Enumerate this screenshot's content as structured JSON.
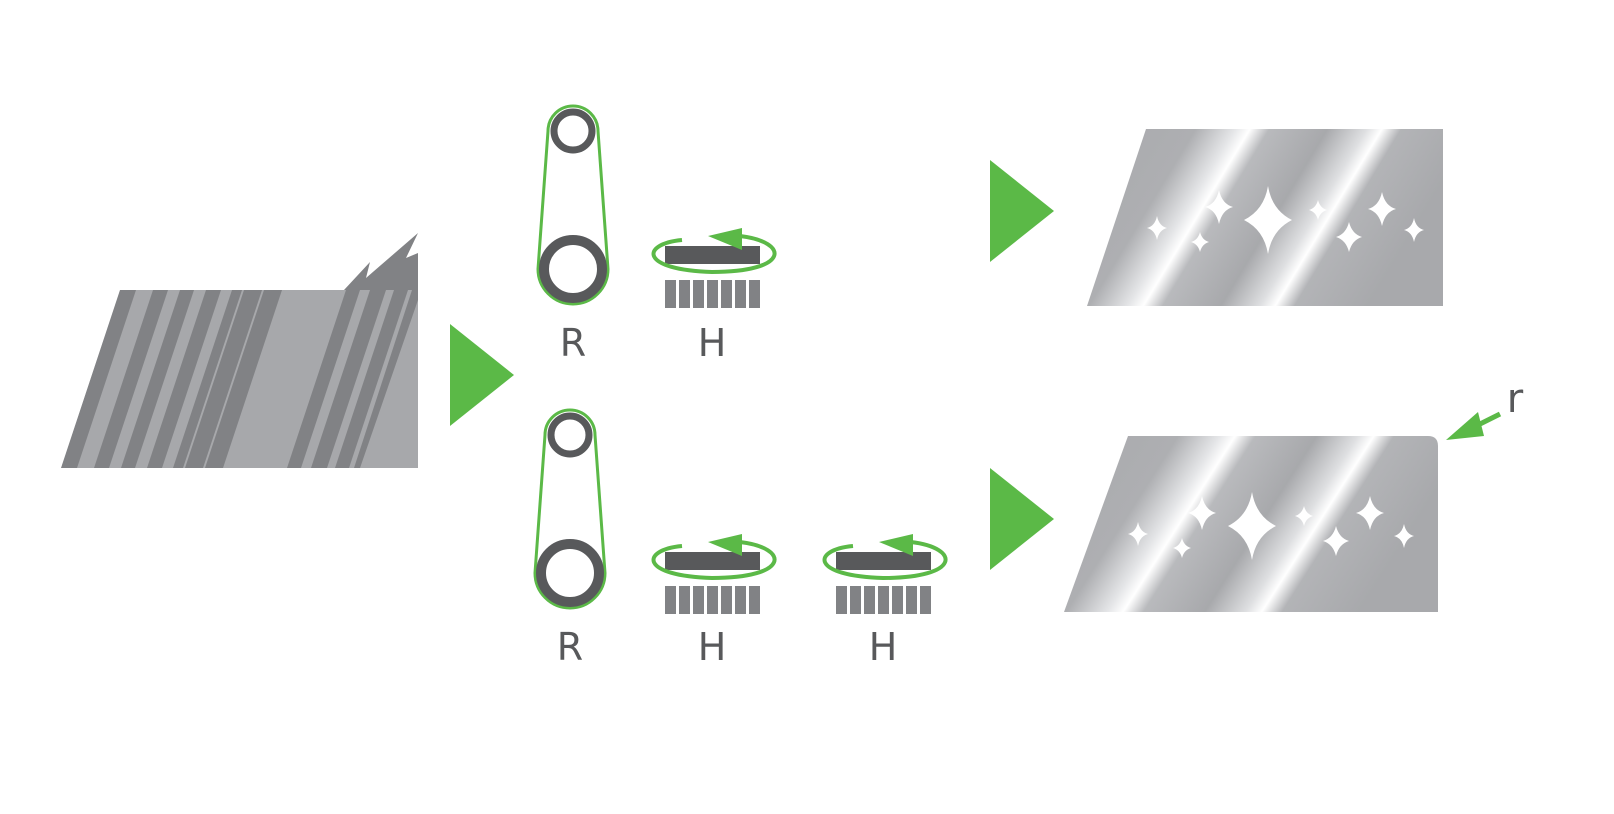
{
  "labels": {
    "belt_sander_top": "R",
    "brush_top": "H",
    "belt_sander_bottom": "R",
    "brush_bottom_1": "H",
    "brush_bottom_2": "H",
    "edge_radius": "r"
  },
  "colors": {
    "accent_green": "#5bb947",
    "dark_gray": "#58595b",
    "sheet_gray": "#a7a8ab",
    "stripe_gray": "#818285",
    "background": "#ffffff"
  },
  "icons": {
    "process_arrow": "green-triangle-arrow",
    "belt_grinder": "belt-grinder-icon",
    "rotary_brush": "rotary-brush-icon",
    "sparkle": "sparkle-icon"
  }
}
